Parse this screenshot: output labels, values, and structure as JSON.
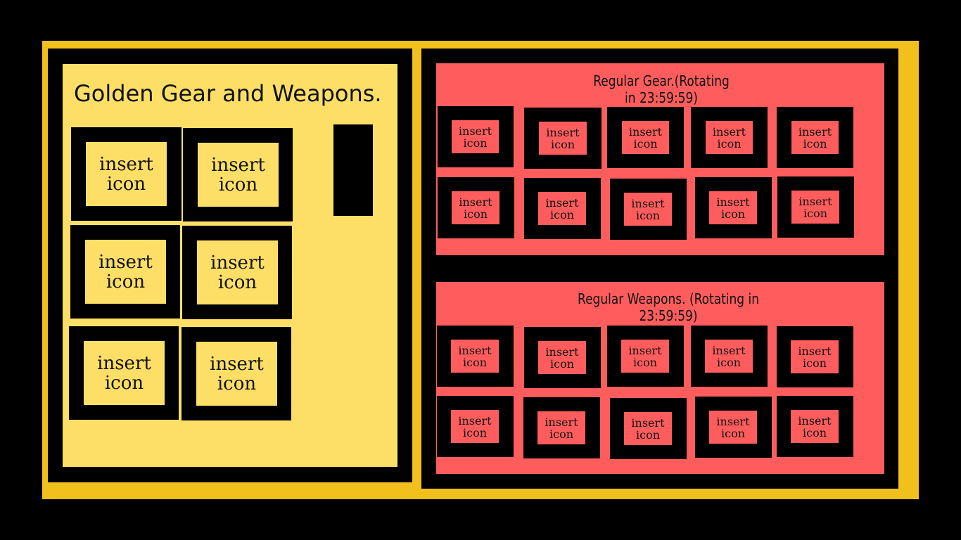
{
  "golden": {
    "title": "Golden Gear and Weapons.",
    "slots": [
      {
        "label": "insert icon"
      },
      {
        "label": "insert icon"
      },
      {
        "label": "insert icon"
      },
      {
        "label": "insert icon"
      },
      {
        "label": "insert icon"
      },
      {
        "label": "insert icon"
      }
    ]
  },
  "gear": {
    "title_line1": "Regular Gear.(Rotating",
    "title_line2": "in 23:59:59)",
    "slots": [
      {
        "label": "insert icon"
      },
      {
        "label": "insert icon"
      },
      {
        "label": "insert icon"
      },
      {
        "label": "insert icon"
      },
      {
        "label": "insert icon"
      },
      {
        "label": "insert icon"
      },
      {
        "label": "insert icon"
      },
      {
        "label": "insert icon"
      },
      {
        "label": "insert icon"
      },
      {
        "label": "insert icon"
      }
    ]
  },
  "weapons": {
    "title_line1": "Regular Weapons. (Rotating in",
    "title_line2": "23:59:59)",
    "slots": [
      {
        "label": "insert icon"
      },
      {
        "label": "insert icon"
      },
      {
        "label": "insert icon"
      },
      {
        "label": "insert icon"
      },
      {
        "label": "insert icon"
      },
      {
        "label": "insert icon"
      },
      {
        "label": "insert icon"
      },
      {
        "label": "insert icon"
      },
      {
        "label": "insert icon"
      },
      {
        "label": "insert icon"
      }
    ]
  },
  "colors": {
    "background": "#000000",
    "outer_frame": "#f2c01c",
    "golden_panel": "#fddf67",
    "regular_panel": "#ff5d5d"
  }
}
